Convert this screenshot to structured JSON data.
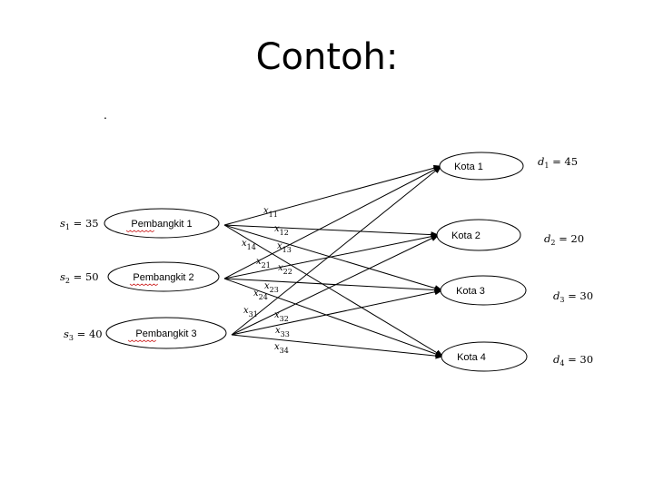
{
  "title": "Contoh:",
  "stray_mark": ".",
  "sources": [
    {
      "label": "Pembangkit 1",
      "supply_var": "s",
      "supply_sub": "1",
      "supply_value": "35"
    },
    {
      "label": "Pembangkit 2",
      "supply_var": "s",
      "supply_sub": "2",
      "supply_value": "50"
    },
    {
      "label": "Pembangkit 3",
      "supply_var": "s",
      "supply_sub": "3",
      "supply_value": "40"
    }
  ],
  "destinations": [
    {
      "label": "Kota 1",
      "demand_var": "d",
      "demand_sub": "1",
      "demand_value": "45"
    },
    {
      "label": "Kota 2",
      "demand_var": "d",
      "demand_sub": "2",
      "demand_value": "20"
    },
    {
      "label": "Kota 3",
      "demand_var": "d",
      "demand_sub": "3",
      "demand_value": "30"
    },
    {
      "label": "Kota 4",
      "demand_var": "d",
      "demand_sub": "4",
      "demand_value": "30"
    }
  ],
  "edges": [
    {
      "from": 1,
      "to": 1,
      "var": "x",
      "sub": "11"
    },
    {
      "from": 1,
      "to": 2,
      "var": "x",
      "sub": "12"
    },
    {
      "from": 1,
      "to": 3,
      "var": "x",
      "sub": "13"
    },
    {
      "from": 1,
      "to": 4,
      "var": "x",
      "sub": "14"
    },
    {
      "from": 2,
      "to": 1,
      "var": "x",
      "sub": "21"
    },
    {
      "from": 2,
      "to": 2,
      "var": "x",
      "sub": "22"
    },
    {
      "from": 2,
      "to": 3,
      "var": "x",
      "sub": "23"
    },
    {
      "from": 2,
      "to": 4,
      "var": "x",
      "sub": "24"
    },
    {
      "from": 3,
      "to": 1,
      "var": "x",
      "sub": "31"
    },
    {
      "from": 3,
      "to": 2,
      "var": "x",
      "sub": "32"
    },
    {
      "from": 3,
      "to": 3,
      "var": "x",
      "sub": "33"
    },
    {
      "from": 3,
      "to": 4,
      "var": "x",
      "sub": "34"
    }
  ]
}
